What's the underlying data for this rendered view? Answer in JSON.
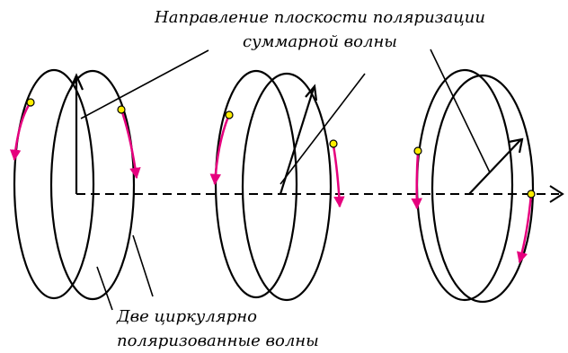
{
  "caption_top": {
    "line1": "Направление плоскости поляризации",
    "line2": "суммарной волны"
  },
  "caption_bottom": {
    "line1": "Две циркулярно",
    "line2": "поляризованные волны"
  },
  "colors": {
    "stroke": "#000000",
    "arrow_magenta": "#e6007e",
    "dot_fill": "#ffee00",
    "background": "#ffffff"
  }
}
